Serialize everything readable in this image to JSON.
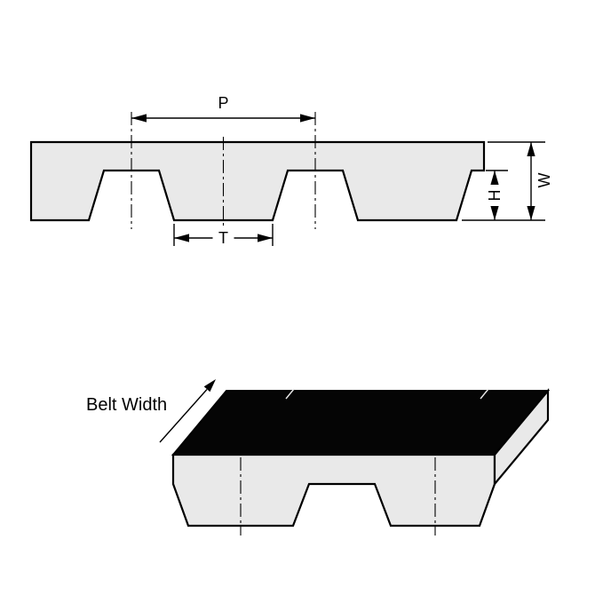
{
  "figure": {
    "cross_section": {
      "pitch_label": "P",
      "tooth_width_label": "T",
      "tooth_height_label": "H",
      "thickness_label": "W"
    },
    "isometric": {
      "belt_width_label": "Belt Width"
    },
    "colors": {
      "belt_fill": "#e9e9e9",
      "outline": "#000000",
      "top_surface": "#050505",
      "background": "#ffffff"
    }
  }
}
